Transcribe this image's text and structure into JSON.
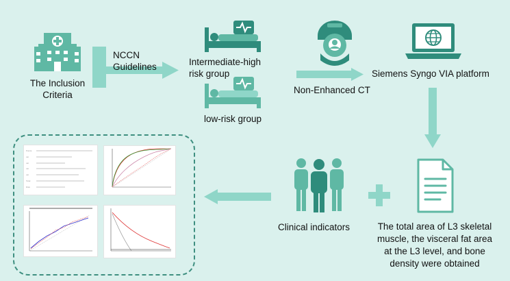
{
  "colors": {
    "background": "#daf1ed",
    "accent": "#8fd6c8",
    "icon": "#5fb8a4",
    "icon_dark": "#2f8c7c"
  },
  "labels": {
    "inclusion_criteria": [
      "The Inclusion",
      "Criteria"
    ],
    "nccn": [
      "NCCN",
      "Guidelines"
    ],
    "intermediate_high": [
      "Intermediate-high",
      "risk group"
    ],
    "low_risk": "low-risk group",
    "non_enhanced_ct": "Non-Enhanced CT",
    "siemens": "Siemens Syngo VIA platform",
    "clinical_indicators": "Clinical indicators",
    "result": [
      "The total area of L3 skeletal",
      "muscle, the visceral fat area",
      "at the L3 level, and bone",
      "density were obtained"
    ]
  },
  "icons": {
    "hospital": "hospital-icon",
    "bed_monitor_1": "hospital-bed-monitor-icon",
    "bed_monitor_2": "hospital-bed-monitor-icon",
    "ct_scanner": "ct-scanner-icon",
    "laptop": "laptop-globe-icon",
    "document": "document-icon",
    "people": "people-group-icon",
    "plus": "plus-icon"
  }
}
